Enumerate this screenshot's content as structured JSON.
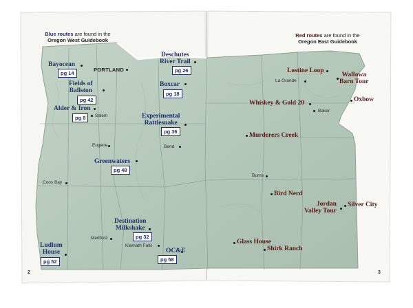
{
  "headers": {
    "west": {
      "colored": "Blue routes",
      "rest": " are found in the",
      "book": "Oregon West Guidebook"
    },
    "east": {
      "colored": "Red routes",
      "rest": " are found in the",
      "book": "Oregon East Guidebook"
    }
  },
  "page_numbers": {
    "left": "2",
    "right": "3"
  },
  "west_routes": [
    {
      "id": "bayocean",
      "l1": "Bayocean",
      "l2": "",
      "pg": "pg 14"
    },
    {
      "id": "fields",
      "l1": "Fields of",
      "l2": "Ballston",
      "pg": "pg 42"
    },
    {
      "id": "alder",
      "l1": "Alder & Iron",
      "l2": "",
      "pg": "pg 8"
    },
    {
      "id": "deschutes",
      "l1": "Deschutes",
      "l2": "River Trail",
      "pg": "pg 26"
    },
    {
      "id": "boxcar",
      "l1": "Boxcar",
      "l2": "",
      "pg": "pg 18"
    },
    {
      "id": "experimental",
      "l1": "Experimental",
      "l2": "Rattlesnake",
      "pg": "pg 36"
    },
    {
      "id": "greenwaters",
      "l1": "Greenwaters",
      "l2": "",
      "pg": "pg 48"
    },
    {
      "id": "milkshake",
      "l1": "Destination",
      "l2": "Milkshake",
      "pg": "pg 32"
    },
    {
      "id": "ocande",
      "l1": "OC&E",
      "l2": "",
      "pg": "pg 58"
    },
    {
      "id": "ludlum",
      "l1": "Ludlum",
      "l2": "House",
      "pg": "pg 52"
    }
  ],
  "east_routes": [
    {
      "id": "lostine",
      "l1": "Lostine Loop",
      "l2": ""
    },
    {
      "id": "wallowa",
      "l1": "Wallowa",
      "l2": "Barn Tour"
    },
    {
      "id": "oxbow",
      "l1": "Oxbow",
      "l2": ""
    },
    {
      "id": "whiskey",
      "l1": "Whiskey & Gold 20",
      "l2": ""
    },
    {
      "id": "murderers",
      "l1": "Murderers Creek",
      "l2": ""
    },
    {
      "id": "birdnerd",
      "l1": "Bird Nerd",
      "l2": ""
    },
    {
      "id": "jordan",
      "l1": "Jordan",
      "l2": "Valley Tour"
    },
    {
      "id": "silvercity",
      "l1": "Silver City",
      "l2": ""
    },
    {
      "id": "glasshouse",
      "l1": "Glass House",
      "l2": ""
    },
    {
      "id": "shirk",
      "l1": "Shirk Ranch",
      "l2": ""
    }
  ],
  "cities": [
    "PORTLAND",
    "Salem",
    "Eugene",
    "Coos Bay",
    "Medford",
    "Klamath Falls",
    "Bend",
    "Burns",
    "La Grande",
    "Baker"
  ],
  "colors": {
    "map_fill": "#b7cbbd",
    "blue_route": "#1f2f6b",
    "red_route": "#5a1616",
    "paper": "#f7f7f4"
  }
}
